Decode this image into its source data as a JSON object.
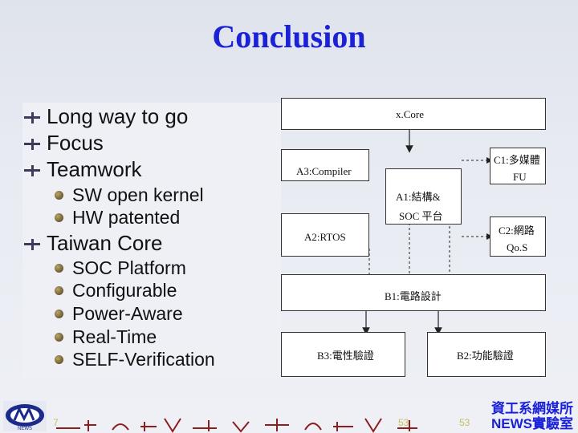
{
  "slide": {
    "title": "Conclusion"
  },
  "bullets": {
    "level1": [
      "Long way to go",
      "Focus",
      "Teamwork",
      "Taiwan Core"
    ],
    "teamwork_sub": [
      "SW open kernel",
      "HW patented"
    ],
    "taiwan_core_sub": [
      "SOC Platform",
      "Configurable",
      "Power-Aware",
      "Real-Time",
      "SELF-Verification"
    ]
  },
  "diagram": {
    "xcore": "x.Core",
    "c1_line1": "C1:多媒體",
    "c1_line2": "FU",
    "a3": "A3:Compiler",
    "a1_line1": "A1:結構&",
    "a1_line2": "SOC 平台",
    "c2_line1": "C2:網路",
    "c2_line2": "Qo.S",
    "a2": "A2:RTOS",
    "b1": "B1:電路設計",
    "b3": "B3:電性驗證",
    "b2": "B2:功能驗證"
  },
  "footer": {
    "page_left": "7",
    "page_mid": "53",
    "page_right": "53",
    "brand_line1": "資工系網媒所",
    "brand_line2": "NEWS實驗室",
    "logo_text": "NEWS"
  },
  "colors": {
    "title": "#1a21d6",
    "brand": "#1a21d6",
    "footer_pattern": "#8b1e1e"
  }
}
